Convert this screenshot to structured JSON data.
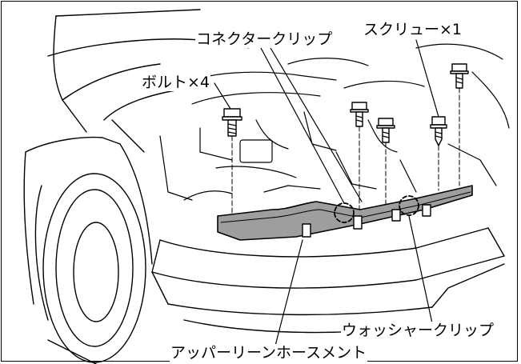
{
  "labels": {
    "connector_clip": "コネクタークリップ",
    "screw": "スクリュー×1",
    "bolt": "ボルト×4",
    "washer_clip": "ウォッシャークリップ",
    "upper_member": "アッパーリーンホースメント"
  },
  "colors": {
    "line": "#000000",
    "member_fill": "#9e9e9e",
    "background": "#ffffff"
  }
}
